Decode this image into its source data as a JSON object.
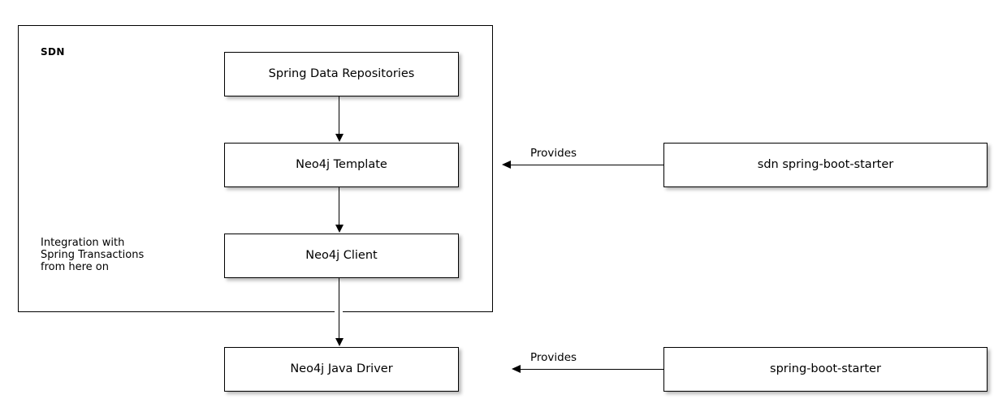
{
  "diagram": {
    "background_color": "#ffffff",
    "line_color": "#000000",
    "package": {
      "label": "SDN"
    },
    "nodes": [
      {
        "id": "spring-data-repositories",
        "label": "Spring Data Repositories"
      },
      {
        "id": "neo4j-template",
        "label": "Neo4j Template"
      },
      {
        "id": "neo4j-client",
        "label": "Neo4j Client"
      },
      {
        "id": "neo4j-java-driver",
        "label": "Neo4j Java Driver"
      },
      {
        "id": "sdn-spring-boot-starter",
        "label": "sdn spring-boot-starter"
      },
      {
        "id": "spring-boot-starter",
        "label": "spring-boot-starter"
      }
    ],
    "note": {
      "line1": "Integration with",
      "line2": "Spring Transactions",
      "line3": "from here on"
    },
    "edges": [
      {
        "id": "repos-to-template",
        "label": ""
      },
      {
        "id": "template-to-client",
        "label": ""
      },
      {
        "id": "client-to-driver",
        "label": ""
      },
      {
        "id": "sdn-starter-provides",
        "label": "Provides"
      },
      {
        "id": "boot-starter-provides",
        "label": "Provides"
      }
    ]
  }
}
